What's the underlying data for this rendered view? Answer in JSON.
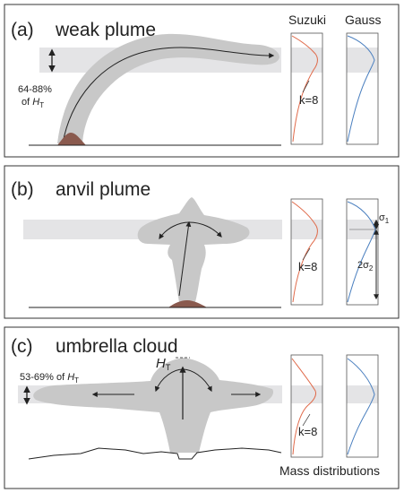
{
  "column_headers": {
    "suzuki": "Suzuki",
    "gauss": "Gauss"
  },
  "panels": [
    {
      "letter": "(a)",
      "title": "weak plume",
      "height_label_line1": "64-88%",
      "height_label_line2_prefix": "of ",
      "height_symbol": "H",
      "height_subscript": "T",
      "suzuki_k": "k=8"
    },
    {
      "letter": "(b)",
      "title": "anvil plume",
      "suzuki_k": "k=8",
      "sigma1": "σ",
      "sigma1_sub": "1",
      "sigma2": "2σ",
      "sigma2_sub": "2"
    },
    {
      "letter": "(c)",
      "title": "umbrella cloud",
      "top_height_symbol": "H",
      "top_height_subscript": "T",
      "height_label_prefix": "53-69% of ",
      "height_symbol": "H",
      "height_subscript": "T",
      "suzuki_k": "k=8",
      "footer": "Mass distributions"
    }
  ],
  "colors": {
    "plume": "#c8c8c8",
    "band": "#e4e4e6",
    "suzuki": "#e06a4a",
    "gauss": "#4a7fbf",
    "vent": "#8a5a4e"
  }
}
